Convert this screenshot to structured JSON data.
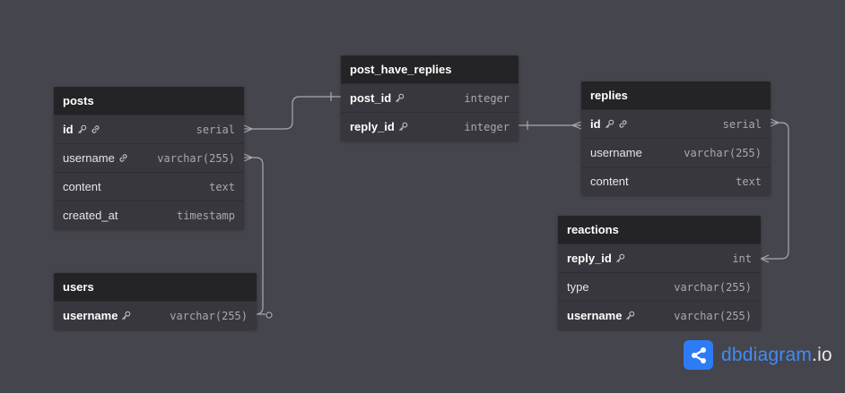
{
  "tables": [
    {
      "id": "posts",
      "name": "posts",
      "fields": [
        {
          "name": "id",
          "type": "serial",
          "pk": true,
          "icons": [
            "key",
            "link"
          ]
        },
        {
          "name": "username",
          "type": "varchar(255)",
          "pk": false,
          "icons": [
            "link"
          ]
        },
        {
          "name": "content",
          "type": "text",
          "pk": false,
          "icons": []
        },
        {
          "name": "created_at",
          "type": "timestamp",
          "pk": false,
          "icons": []
        }
      ]
    },
    {
      "id": "users",
      "name": "users",
      "fields": [
        {
          "name": "username",
          "type": "varchar(255)",
          "pk": true,
          "icons": [
            "key"
          ]
        }
      ]
    },
    {
      "id": "post_have_replies",
      "name": "post_have_replies",
      "fields": [
        {
          "name": "post_id",
          "type": "integer",
          "pk": true,
          "icons": [
            "key"
          ]
        },
        {
          "name": "reply_id",
          "type": "integer",
          "pk": true,
          "icons": [
            "key"
          ]
        }
      ]
    },
    {
      "id": "replies",
      "name": "replies",
      "fields": [
        {
          "name": "id",
          "type": "serial",
          "pk": true,
          "icons": [
            "key",
            "link"
          ]
        },
        {
          "name": "username",
          "type": "varchar(255)",
          "pk": false,
          "icons": []
        },
        {
          "name": "content",
          "type": "text",
          "pk": false,
          "icons": []
        }
      ]
    },
    {
      "id": "reactions",
      "name": "reactions",
      "fields": [
        {
          "name": "reply_id",
          "type": "int",
          "pk": true,
          "icons": [
            "key"
          ]
        },
        {
          "name": "type",
          "type": "varchar(255)",
          "pk": false,
          "icons": []
        },
        {
          "name": "username",
          "type": "varchar(255)",
          "pk": true,
          "icons": [
            "key"
          ]
        }
      ]
    }
  ],
  "relationships": [
    {
      "from": "posts.id",
      "to": "post_have_replies.post_id",
      "from_end": "many",
      "to_end": "one"
    },
    {
      "from": "posts.username",
      "to": "users.username",
      "from_end": "many",
      "to_end": "zero-or-one"
    },
    {
      "from": "post_have_replies.reply_id",
      "to": "replies.id",
      "from_end": "one",
      "to_end": "many"
    },
    {
      "from": "replies.id",
      "to": "reactions.reply_id",
      "from_end": "many",
      "to_end": "many"
    }
  ],
  "brand": {
    "name": "dbdiagram",
    "suffix": ".io",
    "icon": "share-nodes-icon"
  },
  "colors": {
    "background": "#45454d",
    "header": "#242426",
    "body": "#37373d",
    "brand": "#2d7cf6"
  }
}
